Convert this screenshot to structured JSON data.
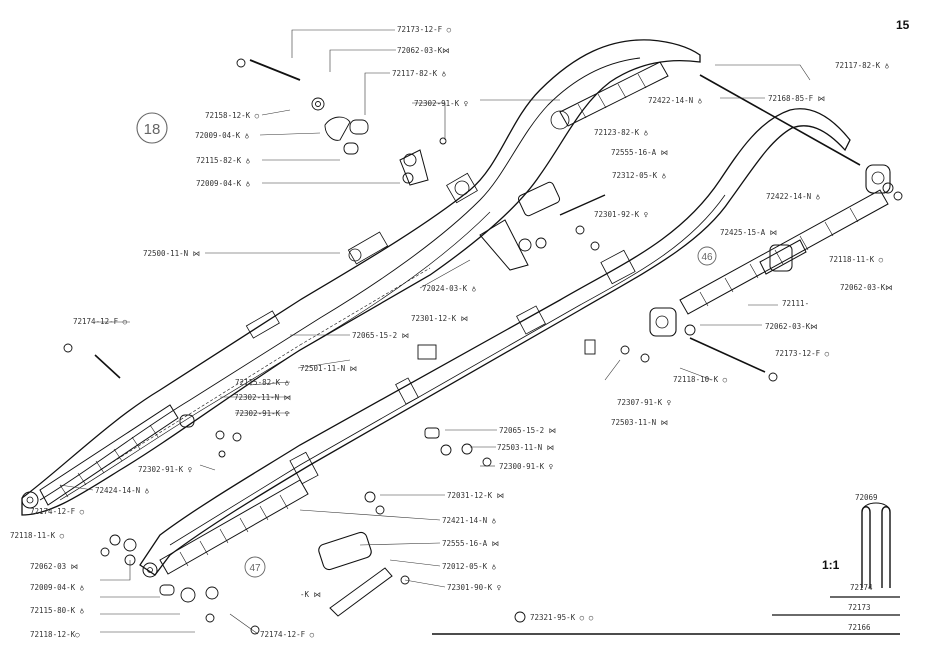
{
  "page": {
    "number": "15",
    "scale": "1:1"
  },
  "groups": [
    {
      "id": "18",
      "label": "18"
    },
    {
      "id": "46",
      "label": "46"
    },
    {
      "id": "47",
      "label": "47"
    }
  ],
  "labels": [
    "72173-12-F ○",
    "72062-03-K⋈",
    "72117-82-K ♁",
    "72158-12-K ○",
    "72009-04-K ♁",
    "72115-82-K ♁",
    "72009-04-K ♁",
    "72302-91-K ♀",
    "72422-14-N ♁",
    "72123-82-K ♁",
    "72555-16-A ⋈",
    "72312-05-K ♁",
    "72301-92-K ♀",
    "72117-82-K ♁",
    "72168-85-F ⋈",
    "72422-14-N ♁",
    "72425-15-A ⋈",
    "72118-11-K ○",
    "72062-03-K⋈",
    "72111-",
    "72062-03-K⋈",
    "72500-11-N ⋈",
    "72024-03-K ♁",
    "72301-12-K ⋈",
    "72174-12-F ○",
    "72065-15-2 ⋈",
    "72501-11-N ⋈",
    "72173-12-F ○",
    "72118-10-K ○",
    "72115-82-K ♁",
    "72302-11-N ⋈",
    "72302-91-K ♀",
    "72307-91-K ♀",
    "72503-11-N ⋈",
    "72302-91-K ♀",
    "72065-15-2 ⋈",
    "72503-11-N ⋈",
    "72300-91-K ♀",
    "72424-14-N ♁",
    "72031-12-K ⋈",
    "72174-12-F ○",
    "72421-14-N ♁",
    "72118-11-K ○",
    "72555-16-A ⋈",
    "72062-03 ⋈",
    "72012-05-K ♁",
    "72009-04-K ♁",
    "72301-90-K ♀",
    "72115-80-K ♁",
    "72118-12-K○",
    "72174-12-F ○",
    "-K ⋈",
    "72321-95-K ○ ○"
  ],
  "side_parts": {
    "rod_u": "72069",
    "rod_1": "72174",
    "rod_2": "72173",
    "rod_3": "72166"
  }
}
